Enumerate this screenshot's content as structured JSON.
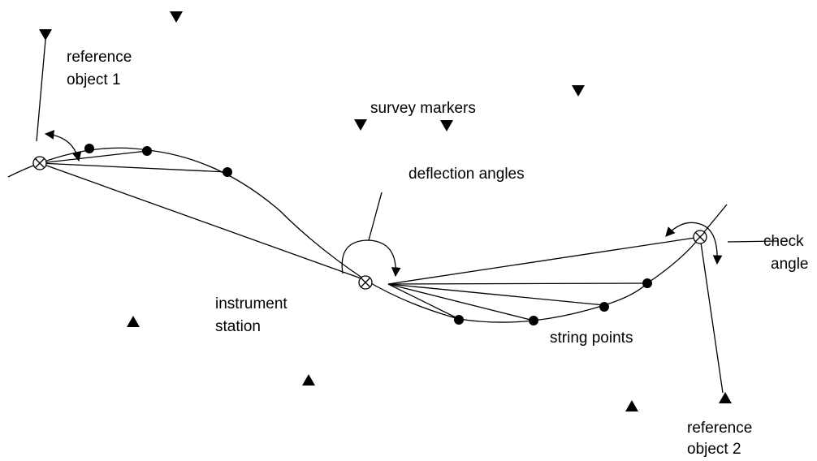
{
  "labels": {
    "reference_object_1_line1": "reference",
    "reference_object_1_line2": "object 1",
    "survey_markers": "survey markers",
    "deflection_angles": "deflection angles",
    "instrument_station_line1": "instrument",
    "instrument_station_line2": "station",
    "string_points": "string points",
    "check_angle_line1": "check",
    "check_angle_line2": "angle",
    "reference_object_2_line1": "reference",
    "reference_object_2_line2": "object 2"
  },
  "icons": {
    "survey_marker_down": "triangle-down-icon",
    "survey_marker_up": "triangle-up-icon",
    "station": "circled-x-icon",
    "string_point": "filled-circle-icon"
  },
  "colors": {
    "ink": "#000000",
    "background": "#ffffff"
  }
}
